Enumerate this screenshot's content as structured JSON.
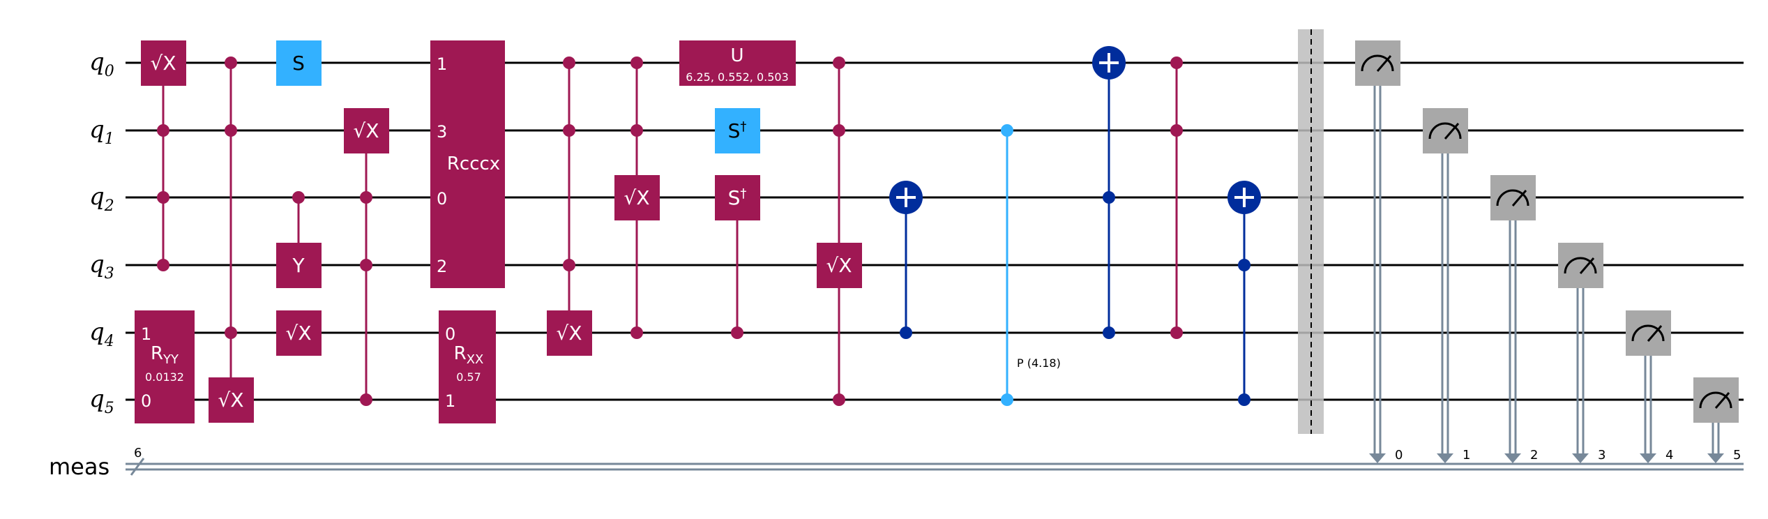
{
  "colors": {
    "wire": "#000000",
    "classical_wire": "#778899",
    "multi_gate": "#9f1853",
    "clifford": "#33b1ff",
    "cnot": "#002d9c",
    "measure": "#a8a8a8",
    "barrier": "#bdbdbd"
  },
  "qubits": [
    {
      "main": "q",
      "sub": "0"
    },
    {
      "main": "q",
      "sub": "1"
    },
    {
      "main": "q",
      "sub": "2"
    },
    {
      "main": "q",
      "sub": "3"
    },
    {
      "main": "q",
      "sub": "4"
    },
    {
      "main": "q",
      "sub": "5"
    }
  ],
  "creg": {
    "name": "meas",
    "size": "6",
    "bits": [
      "0",
      "1",
      "2",
      "3",
      "4",
      "5"
    ]
  },
  "labels": {
    "sx": "√X",
    "s": "S",
    "sdg": "S",
    "sdg_sup": "†",
    "y": "Y",
    "rcccx": "Rcccx",
    "rcccx_ports": [
      "1",
      "3",
      "0",
      "2"
    ],
    "u": "U",
    "u_params": "6.25, 0.552, 0.503",
    "ryy_main": "R",
    "ryy_sub": "YY",
    "ryy_param": "0.0132",
    "ryy_ports": [
      "1",
      "0"
    ],
    "rxx_main": "R",
    "rxx_sub": "XX",
    "rxx_param": "0.57",
    "rxx_ports": [
      "0",
      "1"
    ],
    "cp_param": "P (4.18)"
  },
  "icons": {
    "measure": "measure-meter-icon",
    "target": "cnot-target-plus-icon"
  }
}
